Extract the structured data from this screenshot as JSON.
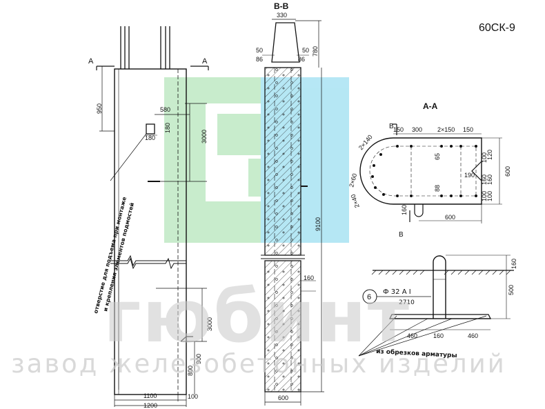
{
  "title": "60СК-9",
  "sections": {
    "vv": "В-В",
    "aa": "А-А",
    "a_marker": "А",
    "b_marker": "В"
  },
  "side_view": {
    "dims": {
      "d950": "950",
      "d580": "580",
      "d180a": "180",
      "d180b": "180",
      "d3000a": "3000",
      "d3000b": "3000",
      "d800": "800",
      "d900": "900",
      "d1100": "1100",
      "d100": "100",
      "d1200": "1200"
    },
    "note_line1": "отверстие для подъема при монтаже",
    "note_line2": "и крепления элементов подмостей"
  },
  "section_vv": {
    "dims": {
      "d330": "330",
      "d50a": "50",
      "d50b": "50",
      "d86a": "86",
      "d86b": "86",
      "d780": "780",
      "d9100": "9100",
      "d160": "160",
      "d600": "600"
    }
  },
  "section_aa": {
    "dims": {
      "d150a": "150",
      "d300": "300",
      "d2x150": "2×150",
      "d150b": "150",
      "d2x140": "2×140",
      "d2x60": "2×60",
      "d2x40": "2×40",
      "d65": "65",
      "d88": "88",
      "d100a": "100",
      "d120": "120",
      "d190": "190",
      "d160a": "160",
      "d160b": "160",
      "d100b": "100",
      "d100c": "100",
      "d600v": "600",
      "d160c": "160",
      "d600h": "600"
    }
  },
  "detail": {
    "number": "6",
    "bar_label": "Ф 32 А I",
    "bar_length": "2710",
    "dims": {
      "d460a": "460",
      "d160": "160",
      "d460b": "460",
      "d160v": "160",
      "d500": "500"
    },
    "note": "из обрезков арматуры"
  },
  "watermark": {
    "big": "гюбинт",
    "small": "завод железобетонных изделий"
  },
  "colors": {
    "watermark_green": "#bfe9c4",
    "watermark_cyan": "#a9e3f3",
    "watermark_text": "#c9c9c9",
    "line": "#111111"
  }
}
